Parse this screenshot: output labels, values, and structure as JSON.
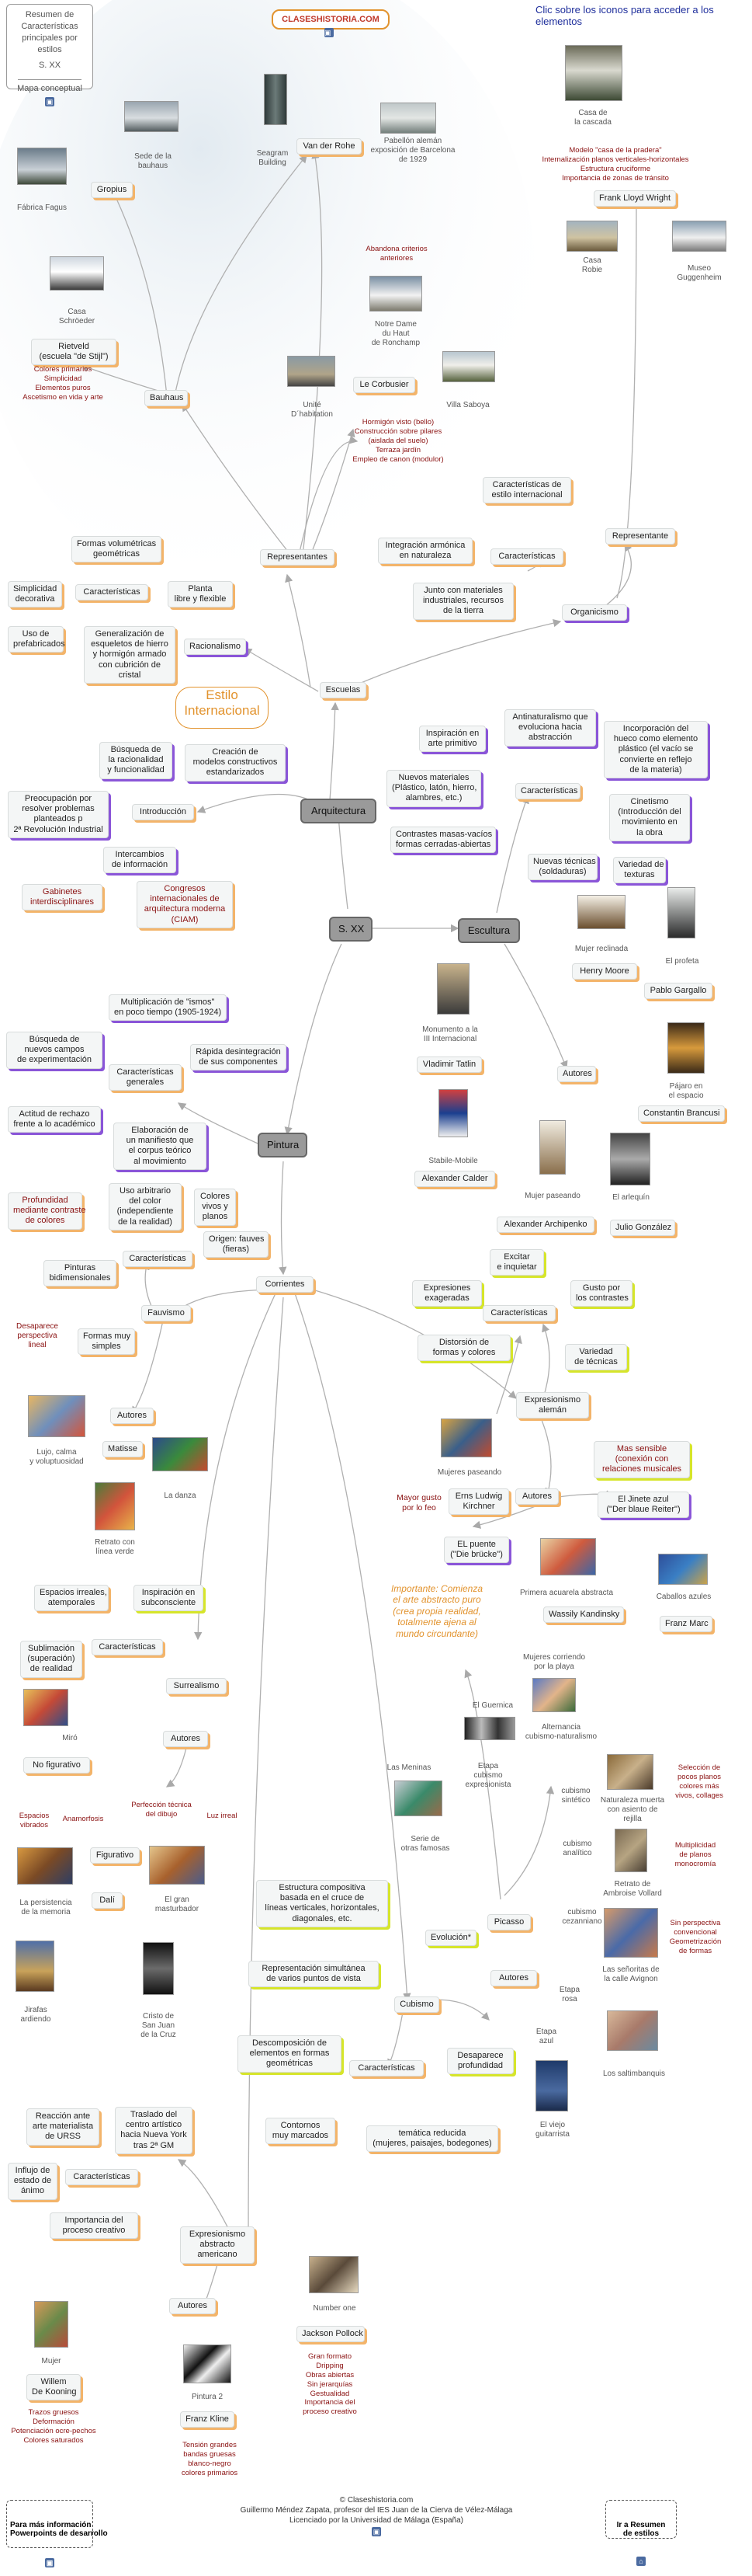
{
  "header": {
    "summary_title": "Resumen de Características principales por estilos",
    "summary_century": "S. XX",
    "summary_sub": "Mapa conceptual",
    "site_logo": "CLASESHISTORIA.COM",
    "instruction": "Clic sobre los iconos para acceder a los elementos"
  },
  "nodes": {
    "center": "S. XX",
    "arquitectura": "Arquitectura",
    "escultura": "Escultura",
    "pintura": "Pintura",
    "escuelas": "Escuelas",
    "introduccion": "Introducción",
    "racionalismo": "Racionalismo",
    "organicismo": "Organicismo",
    "representantes_arq": "Representantes",
    "representante_org": "Representante",
    "caracteristicas": "Características",
    "bauhaus": "Bauhaus",
    "gropius": "Gropius",
    "van_der_rohe": "Van der Rohe",
    "le_corbusier": "Le Corbusier",
    "frank_lloyd": "Frank Lloyd Wright",
    "rietveld": "Rietveld\n(escuela \"de Stijl\")",
    "simplicidad": "Simplicidad\ndecorativa",
    "prefabricados": "Uso de\nprefabricados",
    "formas_vol": "Formas volumétricas\ngeométricas",
    "planta": "Planta\nlibre y flexible",
    "generalizacion": "Generalización de\nesqueletos de hierro\ny hormigón armado\ncon cubrición de\ncristal",
    "estilo_int": "Estilo\nInternacional",
    "caract_estilo": "Características de\nestilo internacional",
    "integracion": "Integración armónica\nen naturaleza",
    "junto": "Junto con materiales\nindustriales, recursos\nde la tierra",
    "busqueda_racional": "Búsqueda de\nla racionalidad\ny funcionalidad",
    "creacion_modelos": "Creación de\nmodelos constructivos\nestandarizados",
    "precupacion": "Preocupación por\nresolver problemas\nplanteados p\n2ª Revolución Industrial",
    "intercambios": "Intercambios\nde información",
    "gabinetes": "Gabinetes\ninterdisciplinares",
    "congresos": "Congresos\ninternacionales de\narquitectura moderna\n(CIAM)",
    "inspiracion": "Inspiración en\narte primitivo",
    "antinaturalismo": "Antinaturalismo que\nevoluciona hacia\nabstracción",
    "incorporacion": "Incorporación del\nhueco como elemento\nplástico (el vacío se\nconvierte en reflejo\nde la materia)",
    "nuevos_mat": "Nuevos materiales\n(Plástico, latón, hierro,\nalambres, etc.)",
    "cinetismo": "Cinetismo\n(Introducción del\nmovimiento en\nla obra",
    "contrastes": "Contrastes masas-vacíos\nformas cerradas-abiertas",
    "nuevas_tec": "Nuevas técnicas\n(soldaduras)",
    "variedad_tex": "Variedad de\ntexturas",
    "autores_esc": "Autores",
    "henry_moore": "Henry Moore",
    "pablo_gargallo": "Pablo Gargallo",
    "vladimir": "Vladimir Tatlin",
    "constantin": "Constantin Brancusi",
    "calder": "Alexander Calder",
    "archipenko": "Alexander Archipenko",
    "julio_gonzalez": "Julio González",
    "multiplicacion": "Multiplicación de \"ismos\"\nen poco tiempo (1905-1924)",
    "busqueda_campos": "Búsqueda de\nnuevos campos\nde experimentación",
    "rapida": "Rápida desintegración\nde sus componentes",
    "caract_generales": "Características\ngenerales",
    "actitud": "Actitud de rechazo\nfrente a lo académico",
    "elaboracion": "Elaboración de\nun manifiesto que\nel corpus teórico\nal movimiento",
    "corrientes": "Corrientes",
    "fauvismo": "Fauvismo",
    "caract_fauv": "Características",
    "profundidad": "Profundidad\nmediante contraste\nde colores",
    "uso_arbitrario": "Uso arbitrario\ndel color\n(independiente\nde la realidad)",
    "colores_vivos": "Colores\nvivos y\nplanos",
    "origen_fauves": "Origen: fauves\n(fieras)",
    "pinturas_bid": "Pinturas\nbidimensionales",
    "desaparece": "Desaparece\nperspectiva\nlineal",
    "formas_muy": "Formas muy\nsimples",
    "autores_fauv": "Autores",
    "matisse": "Matisse",
    "expresiones": "Expresiones\nexageradas",
    "excitar": "Excitar\ne inquietar",
    "gusto": "Gusto por\nlos contrastes",
    "caract_expr": "Características",
    "distorsion": "Distorsión de\nformas y colores",
    "variedad_tec": "Variedad\nde técnicas",
    "expresionismo": "Expresionismo\nalemán",
    "mas_sensible": "Mas sensible\n(conexión con\nrelaciones musicales",
    "autores_expr": "Autores",
    "mayor_gusto": "Mayor gusto\npor lo feo",
    "kirchner": "Erns Ludwig\nKirchner",
    "el_puente": "EL puente\n(\"Die brücke\")",
    "jinete": "El Jinete azul\n(\"Der blaue Reiter\")",
    "importante": "Importante: Comienza\nel arte abstracto puro\n(crea propia realidad,\ntotalmente ajena al\nmundo circundante)",
    "kandinsky": "Wassily Kandinsky",
    "franz_marc": "Franz Marc",
    "espacios": "Espacios irreales,\natemporales",
    "inspiracion_sub": "Inspiración en\nsubconsciente",
    "sublimacion": "Sublimación\n(superación)\nde realidad",
    "caract_surr": "Características",
    "surrealismo": "Surrealismo",
    "autores_surr": "Autores",
    "no_figurativo": "No figurativo",
    "figurativo": "Figurativo",
    "dali": "Dalí",
    "estructura": "Estructura compositiva\nbasada en el cruce de\nlíneas verticales, horizontales,\ndiagonales, etc.",
    "representacion": "Representación simultánea\nde varios puntos de vista",
    "descomposicion": "Descomposición de\nelementos en formas\ngeométricas",
    "cubismo": "Cubismo",
    "caract_cub": "Características",
    "desaparece_prof": "Desaparece\nprofundidad",
    "evolucion": "Evolución*",
    "picasso": "Picasso",
    "autores_cub": "Autores",
    "tematica": "temática reducida\n(mujeres, paisajes, bodegones)",
    "contornos": "Contornos\nmuy marcados",
    "reaccion": "Reacción ante\narte materialista\nde URSS",
    "traslado": "Traslado del\ncentro artístico\nhacia Nueva York\ntras 2ª GM",
    "influjo": "Influjo de\nestado de\nánimo",
    "caract_abs": "Características",
    "importancia": "Importancia del\nproceso creativo",
    "expr_abstracto": "Expresionismo\nabstracto\namericano",
    "autores_abs": "Autores",
    "jackson": "Jackson Pollock",
    "willem": "Willem\nDe Kooning",
    "franz_kline": "Franz Kline"
  },
  "labels": {
    "fabrica": "Fábrica Fagus",
    "sede": "Sede de la\nbauhaus",
    "seagram": "Seagram\nBuilding",
    "pabellon": "Pabellón alemán\nexposición de Barcelona\nde 1929",
    "casa_schroeder": "Casa\nSchröeder",
    "notre_dame": "Notre Dame\ndu Haut\nde Ronchamp",
    "unite": "Unité\nD´habitation",
    "villa": "Villa Saboya",
    "casa_cascada": "Casa de\nla cascada",
    "casa_robie": "Casa\nRobie",
    "guggenheim": "Museo\nGuggenheim",
    "mujer_reclinada": "Mujer reclinada",
    "el_profeta": "El profeta",
    "monumento": "Monumento a la\nIII Internacional",
    "pajaro": "Pájaro en\nel espacio",
    "stabile": "Stabile-Mobile",
    "mujer_paseando": "Mujer paseando",
    "el_arlequin": "El arlequín",
    "lujo": "Lujo, calma\ny voluptuosidad",
    "la_danza": "La danza",
    "retrato": "Retrato con\nlínea verde",
    "mujeres_paseando": "Mujeres paseando",
    "primera_acuarela": "Primera acuarela abstracta",
    "caballos": "Caballos azules",
    "miro": "Miró",
    "persistencia": "La persistencia\nde la memoria",
    "el_gran": "El gran\nmasturbador",
    "jirafas": "Jirafas\nardiendo",
    "cristo": "Cristo de\nSan Juan\nde la Cruz",
    "el_guernica": "El Guernica",
    "mujeres_corriendo": "Mujeres corriendo\npor la playa",
    "las_meninas": "Las Meninas",
    "serie": "Serie de\notras famosas",
    "alternancia": "Alternancia\ncubismo-naturalismo",
    "etapa_cubismo": "Etapa\ncubismo\nexpresionista",
    "cubismo_sintetico": "cubismo\nsintético",
    "cubismo_analitico": "cubismo\nanalítico",
    "cubismo_cezanniano": "cubismo\ncezanniano",
    "naturaleza": "Naturaleza muerta\ncon asiento de\nrejilla",
    "retrato_ambroise": "Retrato de\nAmbroise Vollard",
    "senoritas": "Las señoritas de\nla calle Avignon",
    "etapa_rosa": "Etapa\nrosa",
    "etapa_azul": "Etapa\nazul",
    "saltimbanquis": "Los saltimbanquis",
    "viejo_guitarrista": "El viejo\nguitarrista",
    "number_one": "Number one",
    "mujer": "Mujer",
    "pintura2": "Pintura 2"
  },
  "red_notes": {
    "modelo_casa": "Modelo \"casa de la pradera\"\nInternalización planos verticales-horizontales\nEstructura cruciforme\nImportancia de zonas de tránsito",
    "abandona": "Abandona criterios\nanteriores",
    "hormigon": "Hormigón visto (bello)\nConstrucción sobre pilares\n(aislada del suelo)\nTerraza jardín\nEmpleo de canon (modulor)",
    "colores_primarios": "Colores primarios\nSimplicidad\nElementos puros\nAscetismo en vida y arte",
    "espacios_vibrados": "Espacios\nvibrados",
    "anamorfosis": "Anamorfosis",
    "perfeccion": "Perfección técnica\ndel dibujo",
    "luz_irreal": "Luz irreal",
    "seleccion": "Selección de\npocos planos\ncolores más\nvivos, collages",
    "multiplicidad": "Multiplicidad\nde planos\nmonocromía",
    "sin_perspectiva": "Sin perspectiva\nconvencional\nGeometrización\nde formas",
    "gran_formato": "Gran formato\nDripping\nObras abiertas\nSin jerarquías\nGestualidad\nImportancia del\nproceso creativo",
    "trazos": "Trazos gruesos\nDeformación\nPotenciación ocre-pechos\nColores saturados",
    "tension": "Tensión grandes\nbandas gruesas\nblanco-negro\ncolores primarios"
  },
  "footer": {
    "line1": "© Claseshistoria.com",
    "line2": "Guillermo Méndez Zapata, profesor del IES Juan de la Cierva de Vélez-Málaga",
    "line3": "Licenciado por la Universidad de Málaga (España)",
    "btn_left": "Para más información\nPowerpoints de desarrollo",
    "btn_right": "Ir a Resumen\nde estilos"
  },
  "colors": {
    "orange_shadow": "#f3b46a",
    "purple_shadow": "#8a55d8",
    "yellow_shadow": "#d6e52a",
    "note_red": "#8a1111",
    "highlight_orange": "#e2932e",
    "link_blue": "#1f2f9c"
  }
}
